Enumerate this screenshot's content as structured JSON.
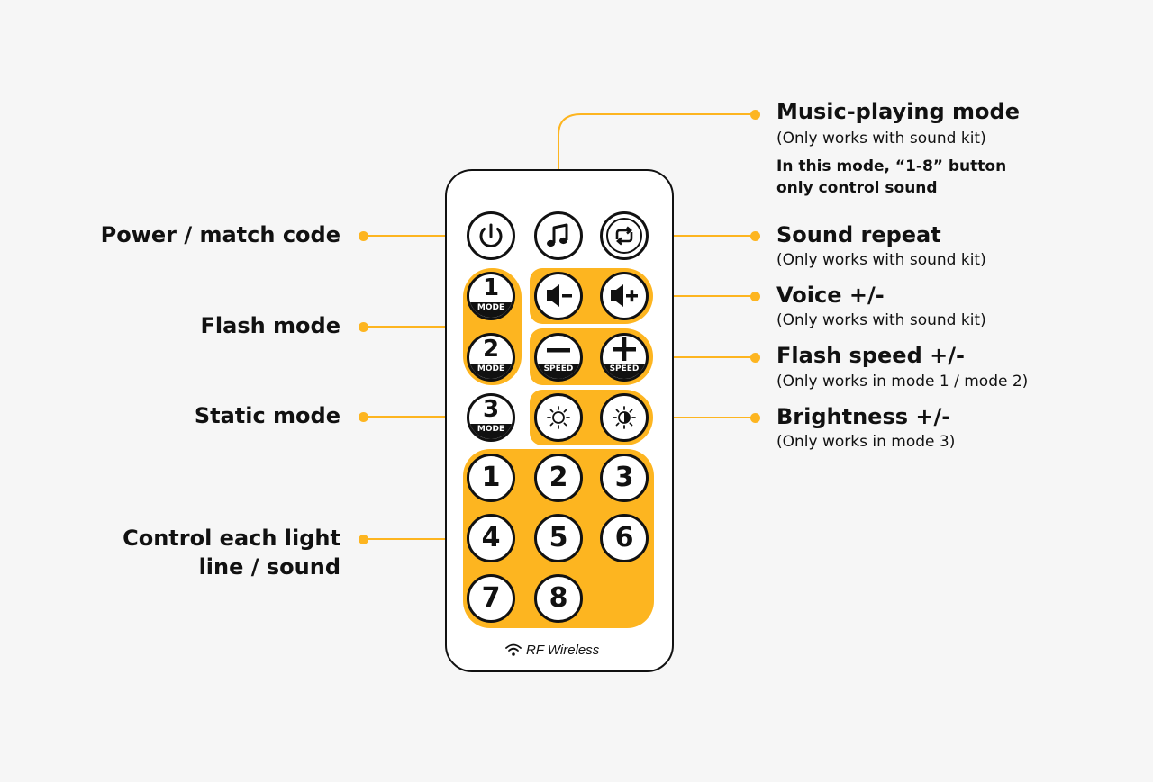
{
  "colors": {
    "accent": "#fdb520",
    "ink": "#111111",
    "background": "#f6f6f6"
  },
  "remote": {
    "footer_text": "RF Wireless",
    "footer_icon": "wifi-icon",
    "top_buttons": [
      {
        "name": "power-button",
        "icon": "power-icon"
      },
      {
        "name": "music-button",
        "icon": "music-note-icon"
      },
      {
        "name": "repeat-button",
        "icon": "repeat-icon"
      }
    ],
    "mode_buttons": [
      {
        "num": "1",
        "sub": "MODE"
      },
      {
        "num": "2",
        "sub": "MODE"
      },
      {
        "num": "3",
        "sub": "MODE"
      }
    ],
    "volume_buttons": [
      {
        "name": "volume-down-button",
        "icon": "speaker-minus-icon"
      },
      {
        "name": "volume-up-button",
        "icon": "speaker-plus-icon"
      }
    ],
    "speed_buttons": [
      {
        "symbol": "−",
        "sub": "SPEED",
        "icon": "minus-icon"
      },
      {
        "symbol": "+",
        "sub": "SPEED",
        "icon": "plus-icon"
      }
    ],
    "brightness_buttons": [
      {
        "name": "brightness-down-button",
        "icon": "sun-dim-icon"
      },
      {
        "name": "brightness-up-button",
        "icon": "sun-bright-icon"
      }
    ],
    "number_buttons": [
      "1",
      "2",
      "3",
      "4",
      "5",
      "6",
      "7",
      "8"
    ]
  },
  "callouts": {
    "left": {
      "power": "Power / match code",
      "flash_mode": "Flash mode",
      "static_mode": "Static mode",
      "control_line1": "Control each light",
      "control_line2": "line / sound"
    },
    "right": {
      "music_title": "Music-playing mode",
      "music_note": "(Only works with sound kit)",
      "music_extra1": "In this mode, “1-8” button",
      "music_extra2": "only control sound",
      "repeat_title": "Sound repeat",
      "repeat_note": "(Only works with sound kit)",
      "voice_title": "Voice +/-",
      "voice_note": "(Only works with sound kit)",
      "speed_title": "Flash speed +/-",
      "speed_note": "(Only works in mode 1 / mode 2)",
      "brightness_title": "Brightness +/-",
      "brightness_note": "(Only works in mode 3)"
    }
  }
}
